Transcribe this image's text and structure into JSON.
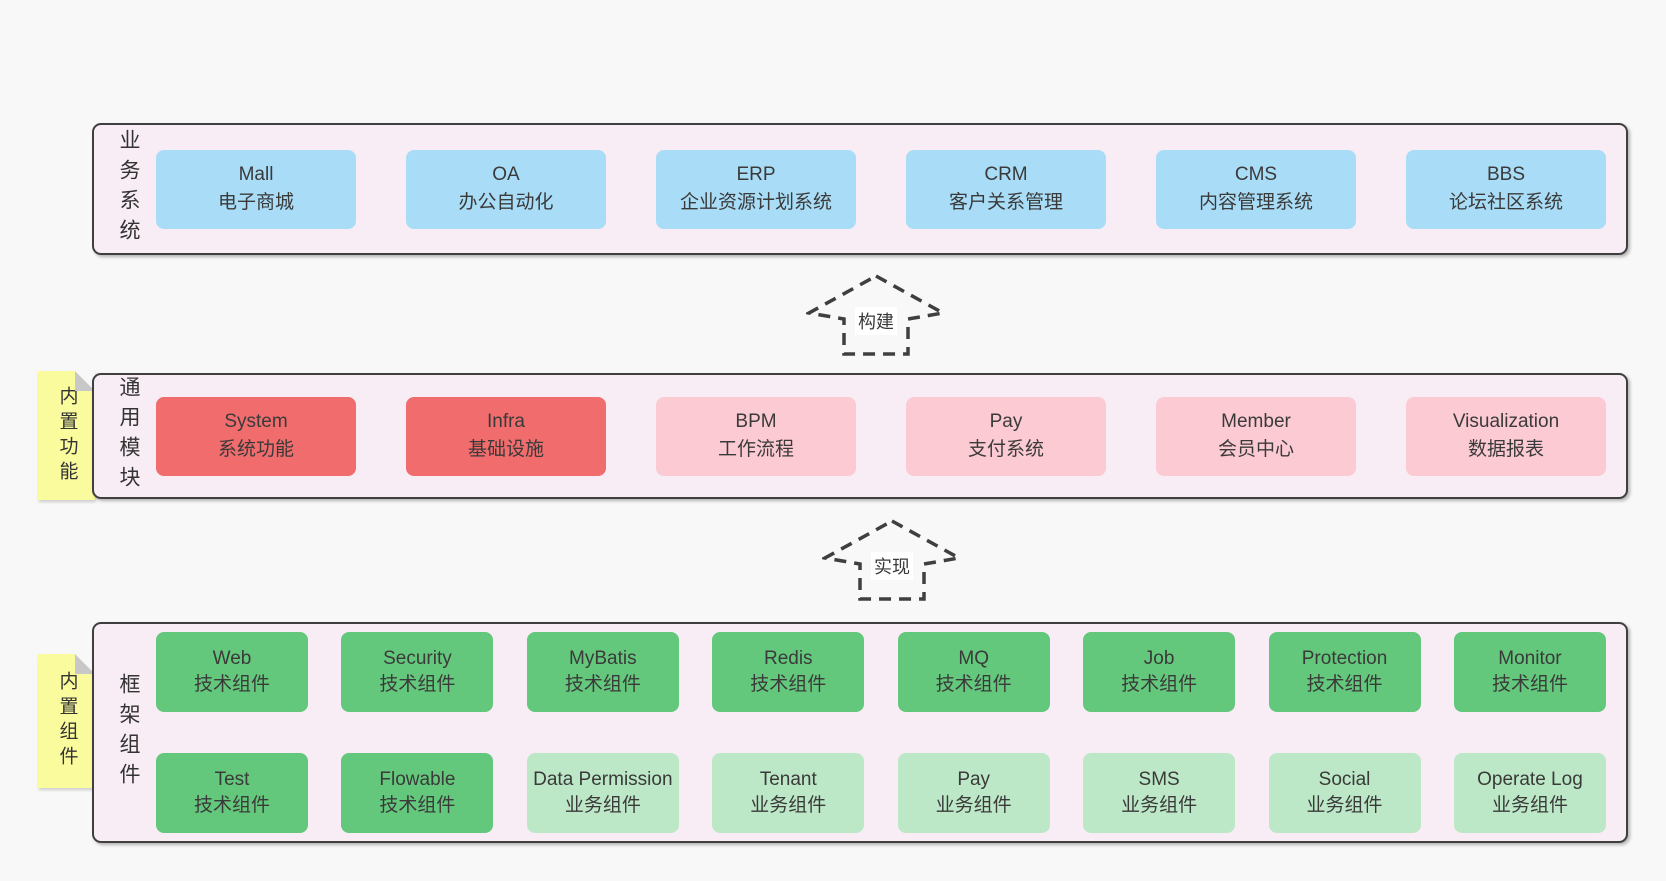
{
  "colors": {
    "page_bg": "#f8f8f8",
    "layer_bg": "#f8edf5",
    "layer_border": "#3f3f3f",
    "text": "#3a3a3a",
    "blue": "#a9dcf6",
    "red": "#f16c6d",
    "pink": "#fccad3",
    "green": "#64c87c",
    "light_green": "#bde8c7",
    "yellow": "#fafb9d",
    "fold_gray": "#c8c8c8",
    "arrow_label_bg": "#ffffff"
  },
  "layers": [
    {
      "label": "业务系统",
      "rows": [
        [
          {
            "name": "Mall",
            "desc": "电子商城",
            "variant": "blue"
          },
          {
            "name": "OA",
            "desc": "办公自动化",
            "variant": "blue"
          },
          {
            "name": "ERP",
            "desc": "企业资源计划系统",
            "variant": "blue"
          },
          {
            "name": "CRM",
            "desc": "客户关系管理",
            "variant": "blue"
          },
          {
            "name": "CMS",
            "desc": "内容管理系统",
            "variant": "blue"
          },
          {
            "name": "BBS",
            "desc": "论坛社区系统",
            "variant": "blue"
          }
        ]
      ]
    },
    {
      "label": "通用模块",
      "note": "内置功能",
      "rows": [
        [
          {
            "name": "System",
            "desc": "系统功能",
            "variant": "red"
          },
          {
            "name": "Infra",
            "desc": "基础设施",
            "variant": "red"
          },
          {
            "name": "BPM",
            "desc": "工作流程",
            "variant": "pink"
          },
          {
            "name": "Pay",
            "desc": "支付系统",
            "variant": "pink"
          },
          {
            "name": "Member",
            "desc": "会员中心",
            "variant": "pink"
          },
          {
            "name": "Visualization",
            "desc": "数据报表",
            "variant": "pink"
          }
        ]
      ]
    },
    {
      "label": "框架组件",
      "note": "内置组件",
      "rows": [
        [
          {
            "name": "Web",
            "desc": "技术组件",
            "variant": "green"
          },
          {
            "name": "Security",
            "desc": "技术组件",
            "variant": "green"
          },
          {
            "name": "MyBatis",
            "desc": "技术组件",
            "variant": "green"
          },
          {
            "name": "Redis",
            "desc": "技术组件",
            "variant": "green"
          },
          {
            "name": "MQ",
            "desc": "技术组件",
            "variant": "green"
          },
          {
            "name": "Job",
            "desc": "技术组件",
            "variant": "green"
          },
          {
            "name": "Protection",
            "desc": "技术组件",
            "variant": "green"
          },
          {
            "name": "Monitor",
            "desc": "技术组件",
            "variant": "green"
          }
        ],
        [
          {
            "name": "Test",
            "desc": "技术组件",
            "variant": "green"
          },
          {
            "name": "Flowable",
            "desc": "技术组件",
            "variant": "green"
          },
          {
            "name": "Data Permission",
            "desc": "业务组件",
            "variant": "light_green"
          },
          {
            "name": "Tenant",
            "desc": "业务组件",
            "variant": "light_green"
          },
          {
            "name": "Pay",
            "desc": "业务组件",
            "variant": "light_green"
          },
          {
            "name": "SMS",
            "desc": "业务组件",
            "variant": "light_green"
          },
          {
            "name": "Social",
            "desc": "业务组件",
            "variant": "light_green"
          },
          {
            "name": "Operate Log",
            "desc": "业务组件",
            "variant": "light_green"
          }
        ]
      ]
    }
  ],
  "arrows": [
    {
      "label": "构建"
    },
    {
      "label": "实现"
    }
  ]
}
